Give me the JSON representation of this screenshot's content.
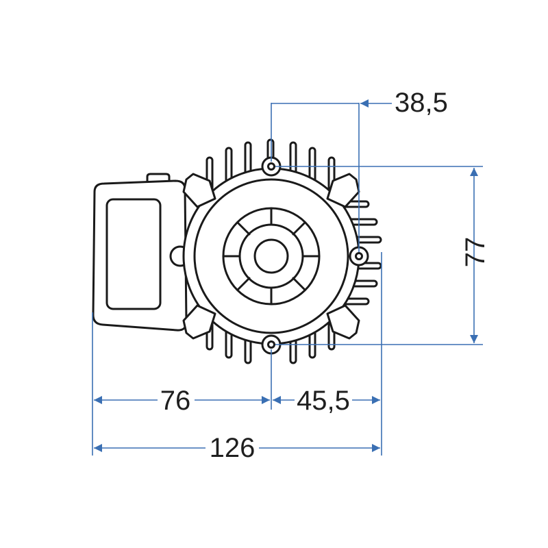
{
  "drawing": {
    "dimension_color": "#3a6fb3",
    "outline_color": "#1a1a1a",
    "dimensions": {
      "hole_spacing_horizontal": "38,5",
      "hole_spacing_vertical": "77",
      "box_to_center": "76",
      "center_to_edge": "45,5",
      "overall_width": "126"
    }
  }
}
